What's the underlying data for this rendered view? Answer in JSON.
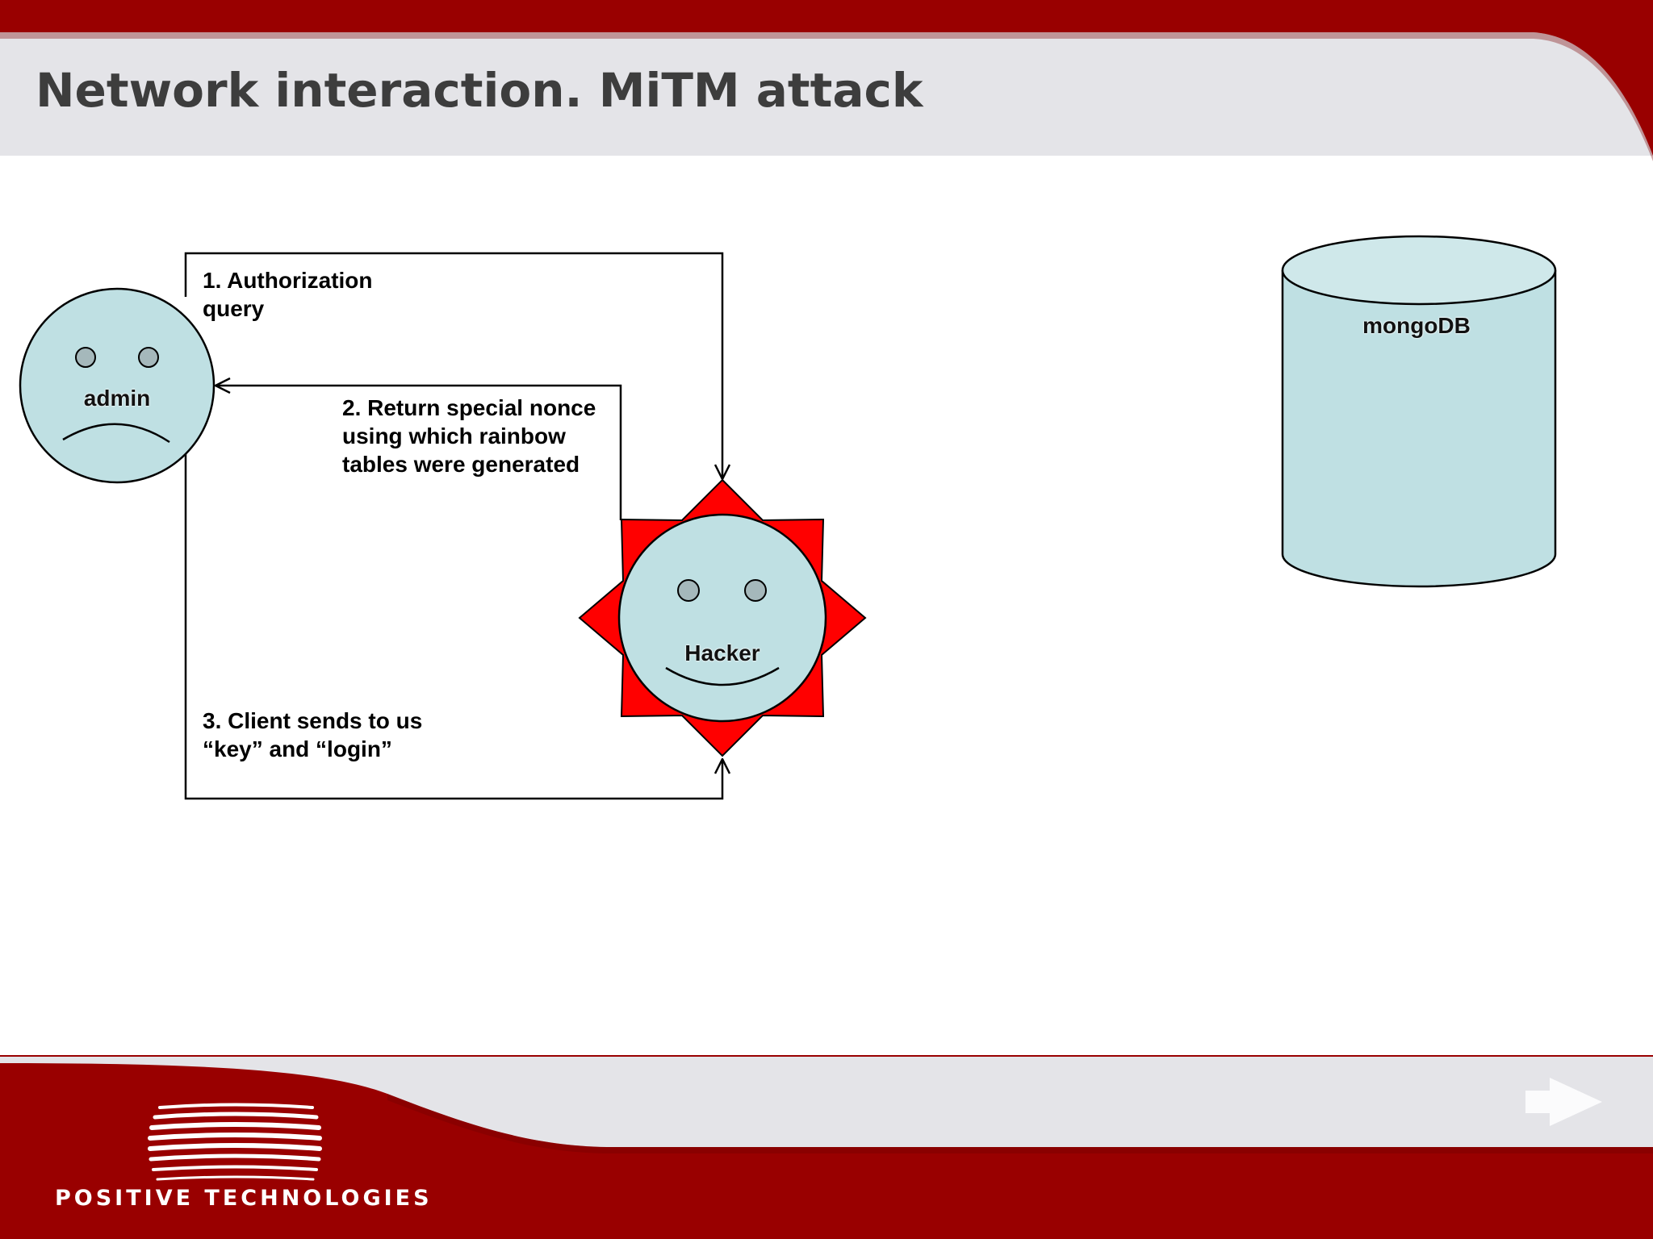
{
  "slide": {
    "title": "Network interaction. MiTM attack"
  },
  "diagram": {
    "nodes": {
      "admin": "admin",
      "hacker": "Hacker",
      "database": "mongoDB"
    },
    "steps": {
      "step1": [
        "1. Authorization",
        "query"
      ],
      "step2": [
        "2. Return special nonce",
        "using which rainbow",
        "tables were generated"
      ],
      "step3": [
        "3. Client sends to us",
        "“key” and “login”"
      ]
    }
  },
  "footer": {
    "brand": "POSITIVE   TECHNOLOGIES"
  },
  "colors": {
    "brand_red": "#990000",
    "header_gray": "#e4e4e8",
    "node_fill": "#bfe0e3",
    "star_red": "#ff0000"
  },
  "icons": {
    "next": "arrow-right-icon",
    "logo": "positive-technologies-logo"
  }
}
